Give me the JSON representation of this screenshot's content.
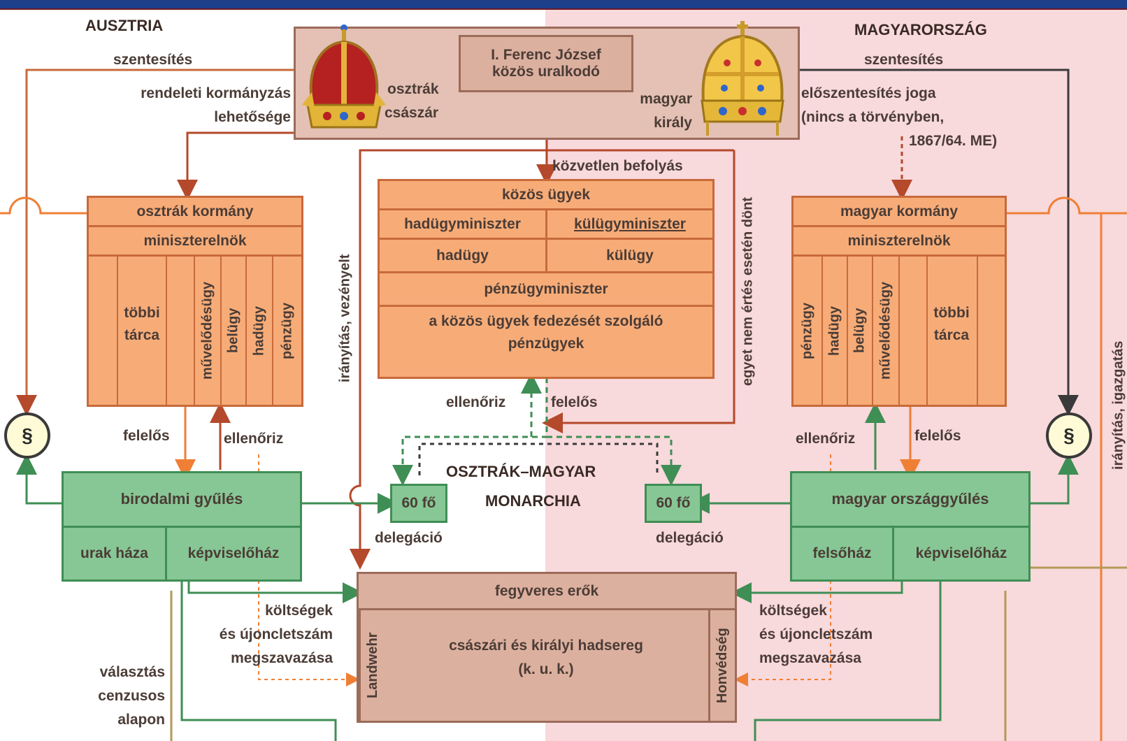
{
  "titles": {
    "austria": "AUSZTRIA",
    "hungary": "MAGYARORSZÁG",
    "monarchy_line1": "OSZTRÁK–MAGYAR",
    "monarchy_line2": "MONARCHIA"
  },
  "ruler": {
    "line1": "I. Ferenc József",
    "line2": "közös uralkodó",
    "emperor_line1": "osztrák",
    "emperor_line2": "császár",
    "king_line1": "magyar",
    "king_line2": "király"
  },
  "left_annotations": {
    "sanction": "szentesítés",
    "decree_line1": "rendeleti kormányzás",
    "decree_line2": "lehetősége",
    "responsible": "felelős",
    "controls": "ellenőriz",
    "costs_line1": "költségek",
    "costs_line2": "és újoncletszám",
    "costs_line3": "megszavazása",
    "election_line1": "választás",
    "election_line2": "cenzusos",
    "election_line3": "alapon",
    "direction_command": "irányítás, vezényelt"
  },
  "right_annotations": {
    "sanction": "szentesítés",
    "presanction_line1": "előszentesítés joga",
    "presanction_line2": "(nincs a törvényben,",
    "presanction_line3": "1867/64. ME)",
    "controls": "ellenőriz",
    "responsible": "felelős",
    "costs_line1": "költségek",
    "costs_line2": "és újoncletszám",
    "costs_line3": "megszavazása",
    "direction_admin": "irányítás, igazgatás",
    "decides_if_disagree": "egyet nem értés esetén dönt",
    "direct_influence": "közvetlen befolyás"
  },
  "center_annotations": {
    "controls": "ellenőriz",
    "responsible": "felelős",
    "delegation": "delegáció",
    "delegation_size": "60 fő"
  },
  "austrian_government": {
    "title": "osztrák kormány",
    "pm": "miniszterelnök",
    "other": "többi",
    "other2": "tárca",
    "ministries": [
      "művelődésügy",
      "belügy",
      "hadügy",
      "pénzügy"
    ]
  },
  "hungarian_government": {
    "title": "magyar kormány",
    "pm": "miniszterelnök",
    "other": "többi",
    "other2": "tárca",
    "ministries": [
      "pénzügy",
      "hadügy",
      "belügy",
      "művelődésügy"
    ]
  },
  "common_affairs": {
    "title": "közös ügyek",
    "war_minister": "hadügyminiszter",
    "foreign_minister": "külügyminiszter",
    "war": "hadügy",
    "foreign": "külügy",
    "finance_minister": "pénzügyminiszter",
    "finances_line1": "a közös ügyek fedezését szolgáló",
    "finances_line2": "pénzügyek"
  },
  "austrian_parliament": {
    "title": "birodalmi gyűlés",
    "upper": "urak háza",
    "lower": "képviselőház"
  },
  "hungarian_parliament": {
    "title": "magyar országgyűlés",
    "upper": "felsőház",
    "lower": "képviselőház"
  },
  "armed_forces": {
    "title": "fegyveres erők",
    "army_line1": "császári és királyi hadsereg",
    "army_line2": "(k. u. k.)",
    "landwehr": "Landwehr",
    "honved": "Honvédség"
  },
  "law_symbol": "§",
  "colors": {
    "orange_box": "#f7ac78",
    "green_box": "#87c795",
    "tan_box": "#dcb09f",
    "right_background": "#f8d9dc",
    "arrow_red": "#b4492b",
    "arrow_green": "#3f8e55",
    "arrow_orange": "#f07f36",
    "arrow_olive": "#b59a57",
    "top_bar": "#1d3f8a"
  }
}
